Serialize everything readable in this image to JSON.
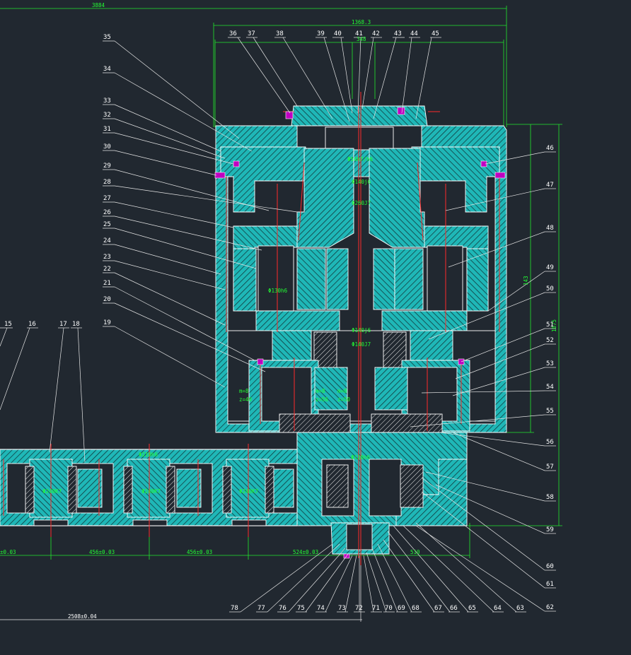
{
  "drawing": {
    "dimensions": {
      "top_overall": "3884",
      "upper_width": "1368.3",
      "shaft_dia": "348",
      "span_1": "±0.03",
      "span_2": "456±0.03",
      "span_3": "456±0.03",
      "span_4": "524±0.03",
      "span_5": "510",
      "bottom_overall": "2508±0.04",
      "right_h1": "143",
      "right_h2": "1075"
    },
    "inner_labels": [
      {
        "id": "fit_1",
        "text": "Φ54h7/h6"
      },
      {
        "id": "fit_2",
        "text": "Φ140j6"
      },
      {
        "id": "fit_3",
        "text": "Φ260J7"
      },
      {
        "id": "fit_4",
        "text": "Φ130h6"
      },
      {
        "id": "fit_5",
        "text": "Φ140j6"
      },
      {
        "id": "fit_6",
        "text": "Φ140J7"
      },
      {
        "id": "fit_7",
        "text": "Φ130h6"
      },
      {
        "id": "fit_8",
        "text": "Φ210h6"
      },
      {
        "id": "fit_9",
        "text": "Φ240K7"
      },
      {
        "id": "fit_10",
        "text": "Φ240K7"
      },
      {
        "id": "fit_11",
        "text": "Φ240K7"
      },
      {
        "id": "gear_1",
        "text": "m=8"
      },
      {
        "id": "gear_2",
        "text": "z=40"
      },
      {
        "id": "gear_3",
        "text": "m=8"
      },
      {
        "id": "gear_4",
        "text": "z=56"
      },
      {
        "id": "gear_5",
        "text": "m=8"
      },
      {
        "id": "gear_6",
        "text": "z=50"
      }
    ],
    "part_labels_left": [
      "35",
      "34",
      "33",
      "32",
      "31",
      "30",
      "29",
      "28",
      "27",
      "26",
      "25",
      "24",
      "23",
      "22",
      "21",
      "20",
      "19"
    ],
    "part_labels_top": [
      "36",
      "37",
      "38",
      "39",
      "40",
      "41",
      "42",
      "43",
      "44",
      "45"
    ],
    "part_labels_right": [
      "46",
      "47",
      "48",
      "49",
      "50",
      "51",
      "52",
      "53",
      "54",
      "55",
      "56",
      "57",
      "58",
      "59",
      "60",
      "61",
      "62"
    ],
    "part_labels_bottom": [
      "78",
      "77",
      "76",
      "75",
      "74",
      "73",
      "72",
      "71",
      "70",
      "69",
      "68",
      "67",
      "66",
      "65",
      "64",
      "63"
    ],
    "part_labels_gear_row": [
      "15",
      "16",
      "17",
      "18"
    ]
  }
}
